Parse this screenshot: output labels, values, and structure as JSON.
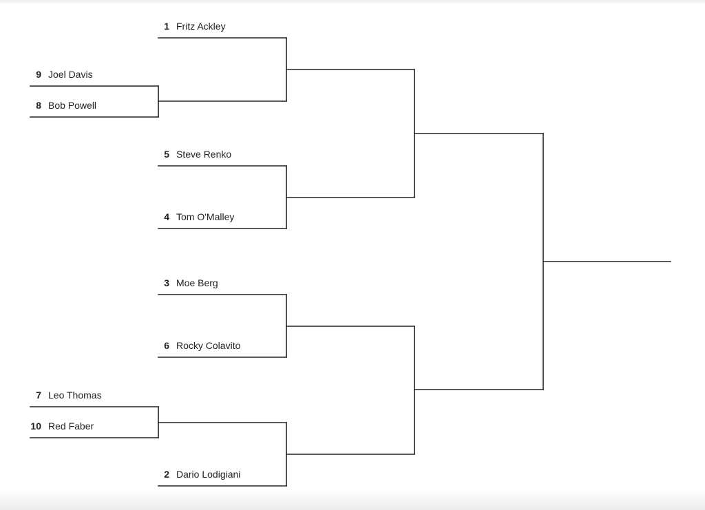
{
  "bracket": {
    "entrants": [
      {
        "seed": "1",
        "name": "Fritz Ackley"
      },
      {
        "seed": "9",
        "name": "Joel Davis"
      },
      {
        "seed": "8",
        "name": "Bob Powell"
      },
      {
        "seed": "5",
        "name": "Steve Renko"
      },
      {
        "seed": "4",
        "name": "Tom O'Malley"
      },
      {
        "seed": "3",
        "name": "Moe Berg"
      },
      {
        "seed": "6",
        "name": "Rocky Colavito"
      },
      {
        "seed": "7",
        "name": "Leo Thomas"
      },
      {
        "seed": "10",
        "name": "Red Faber"
      },
      {
        "seed": "2",
        "name": "Dario Lodigiani"
      }
    ],
    "line_color": "#222222"
  }
}
